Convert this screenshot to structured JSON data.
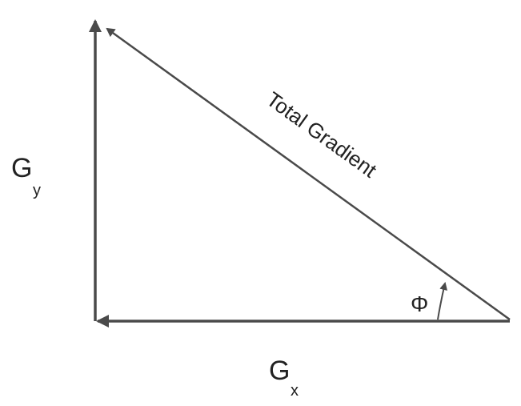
{
  "diagram": {
    "hypotenuse_label": "Total Gradient",
    "vertical_label": {
      "main": "G",
      "subscript": "y"
    },
    "horizontal_label": {
      "main": "G",
      "subscript": "x"
    },
    "angle_label": "Φ",
    "colors": {
      "line": "#4a4a4a",
      "text": "#222222",
      "background": "#ffffff"
    }
  }
}
